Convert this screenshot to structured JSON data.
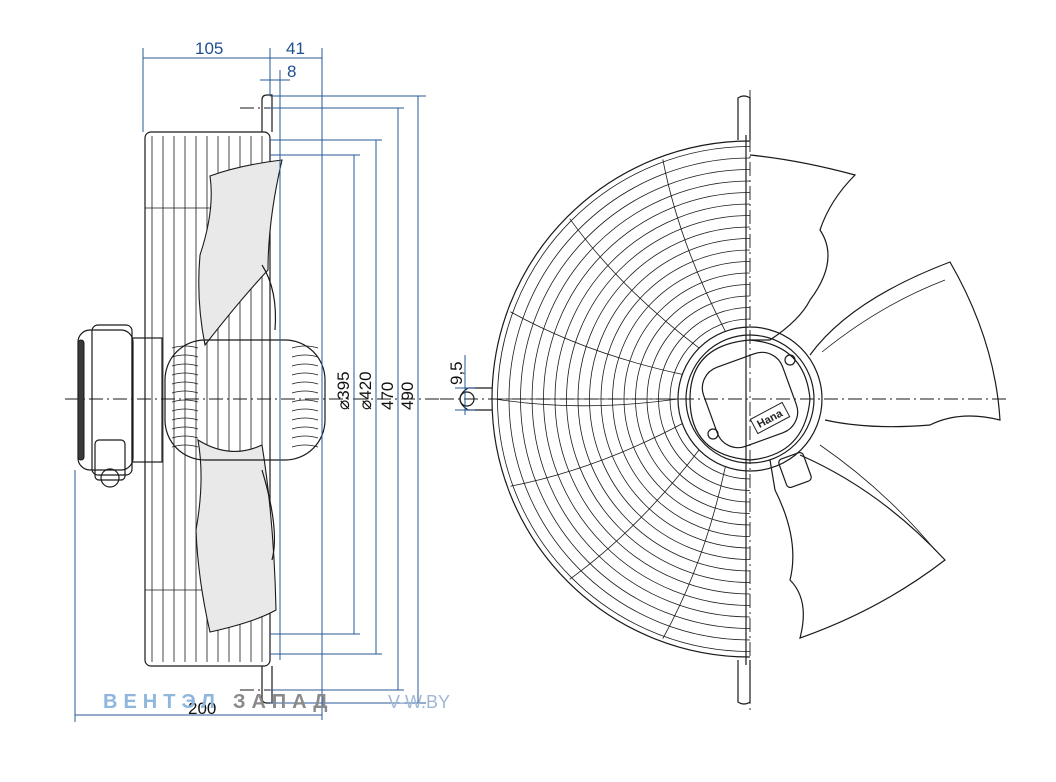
{
  "dimensions": {
    "d105": "105",
    "d41": "41",
    "d8": "8",
    "d200": "200",
    "d395": "⌀395",
    "d420": "⌀420",
    "d470": "470",
    "d490": "490",
    "d95": "9,5"
  },
  "watermark": {
    "brand_part1": "ВЕНТЭЛ",
    "brand_part2": "ЗАПАД",
    "site": "V-W.BY"
  },
  "motor_label": "Hana",
  "colors": {
    "dimension": "#1e4f8f",
    "line": "#1a1a1a",
    "watermark_blue": "#8fb6dd",
    "watermark_grey": "#8a8a8a"
  }
}
